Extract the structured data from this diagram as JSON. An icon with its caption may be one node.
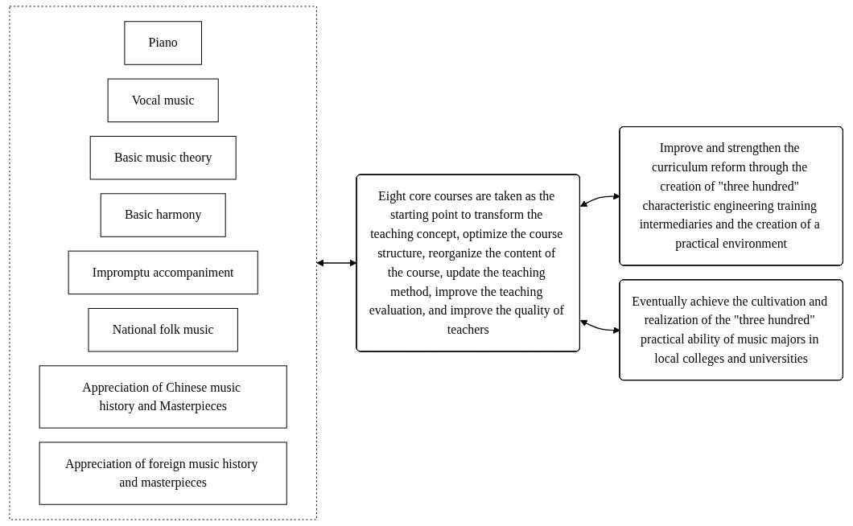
{
  "diagram": {
    "nodes": [
      {
        "text": [],
        "shape": "box"
      },
      {
        "text": [
          "Piano"
        ],
        "in": 0
      },
      {
        "text": [
          "Vocal music"
        ],
        "in": 0
      },
      {
        "text": [
          "Basic music theory"
        ],
        "in": 0
      },
      {
        "text": [
          "Basic harmony"
        ],
        "in": 0
      },
      {
        "text": [
          "Impromptu accompaniment"
        ],
        "in": 0
      },
      {
        "text": [
          "National folk music"
        ],
        "in": 0
      },
      {
        "text": [
          "Appreciation of Chinese music history and Masterpieces"
        ],
        "in": 0
      },
      {
        "text": [
          "Appreciation of foreign music history and masterpieces"
        ],
        "in": 0
      },
      {
        "text": [
          "Eight core courses are taken as the starting point to transform the teaching concept, optimize the course structure, reorganize the content of the course, update the teaching method, improve the teaching evaluation, and improve the quality of teachers"
        ]
      },
      {
        "text": [
          "Improve and strengthen the curriculum reform through the creation of \"three hundred\" characteristic engineering training intermediaries and the creation of a practical environment"
        ]
      },
      {
        "text": [
          "Eventually achieve the cultivation and realization of the \"three hundred\" practical ability of music majors in local colleges and universities"
        ]
      }
    ],
    "edges": [
      {
        "from": 0,
        "to": 9,
        "arrow": "both"
      },
      {
        "from": 9,
        "to": 10,
        "arrow": "both"
      },
      {
        "from": 9,
        "to": 11,
        "arrow": "both"
      }
    ]
  }
}
